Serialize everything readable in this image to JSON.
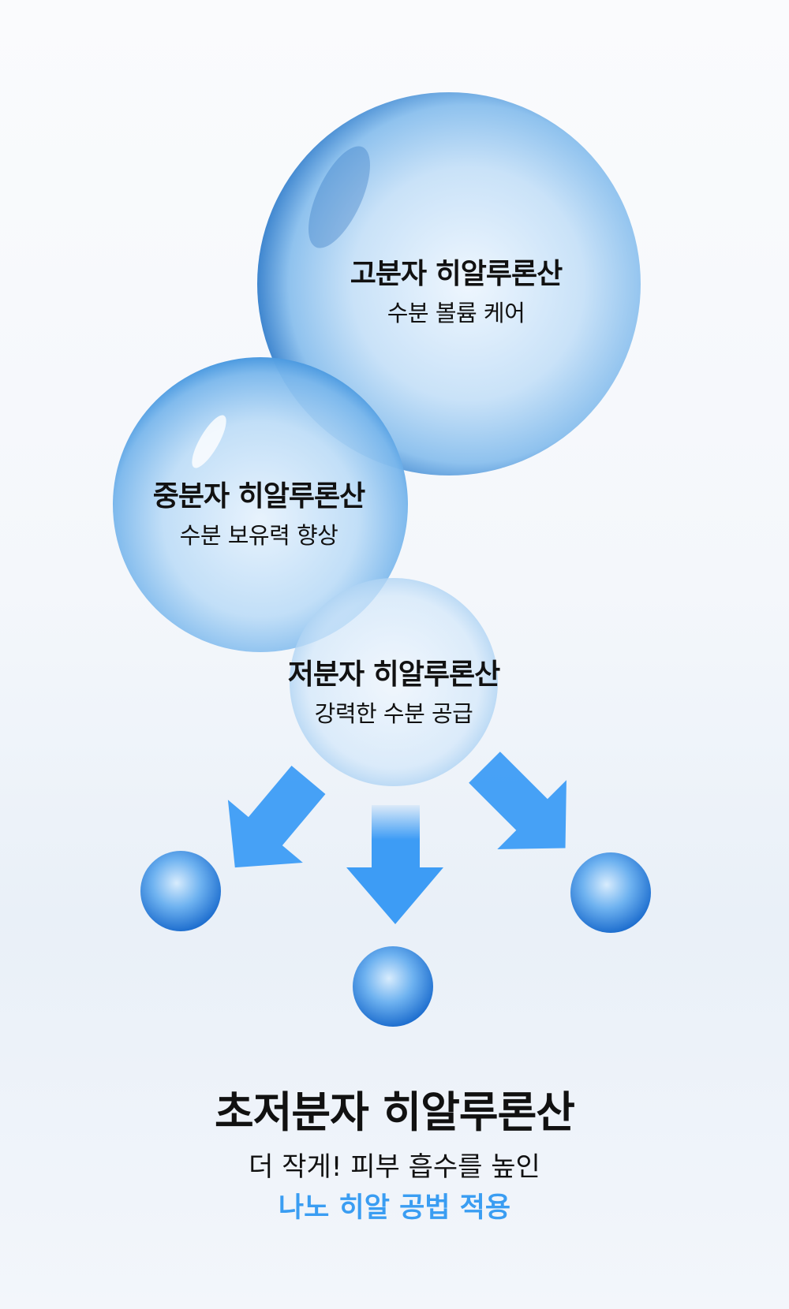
{
  "bubbles": [
    {
      "title": "고분자 히알루론산",
      "subtitle": "수분 볼륨 케어"
    },
    {
      "title": "중분자 히알루론산",
      "subtitle": "수분 보유력 향상"
    },
    {
      "title": "저분자 히알루론산",
      "subtitle": "강력한 수분 공급"
    }
  ],
  "headline": "초저분자 히알루론산",
  "subline": "더 작게! 피부 흡수를 높인",
  "highlight": "나노 히알 공법 적용",
  "colors": {
    "accent": "#3a9df2",
    "arrow": "#3d9cf5",
    "text": "#111111"
  }
}
